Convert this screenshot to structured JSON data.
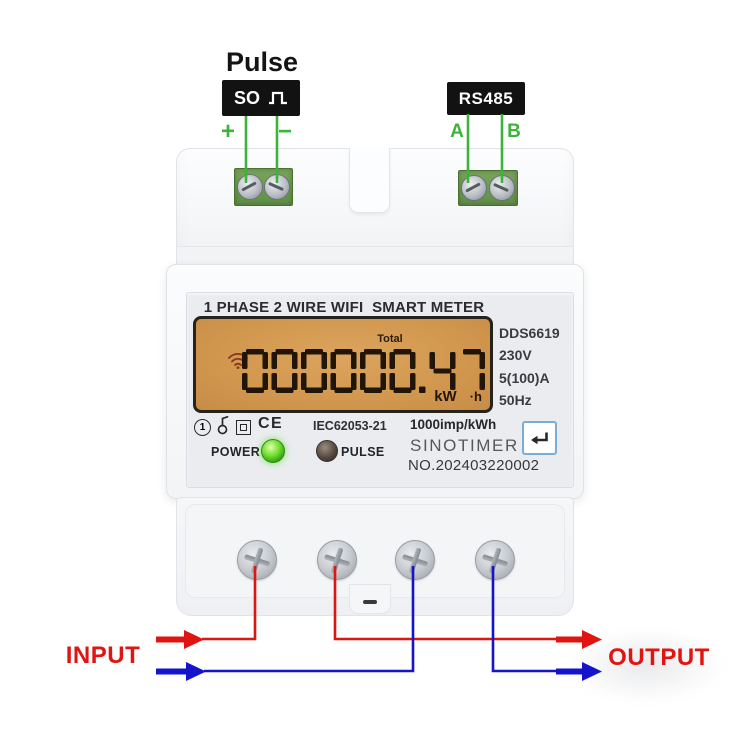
{
  "annotations": {
    "pulse_title": "Pulse",
    "so_label": "SO",
    "rs485_label": "RS485",
    "plus": "+",
    "minus": "−",
    "terminal_a": "A",
    "terminal_b": "B",
    "input": "INPUT",
    "output": "OUTPUT"
  },
  "meter": {
    "header": "1 PHASE 2 WIRE WIFI  SMART METER",
    "lcd": {
      "total_label": "Total",
      "reading": "000000.47",
      "unit_kw": "kW",
      "unit_h": "·h",
      "wifi_icon": "wifi-icon"
    },
    "specs": [
      "DDS6619",
      "230V",
      "5(100)A",
      "50Hz"
    ],
    "certs": {
      "accuracy_class": "1",
      "ce_mark": "CE",
      "standard": "IEC62053-21",
      "pulse_constant": "1000imp/kWh"
    },
    "indicators": {
      "power_label": "POWER",
      "pulse_label": "PULSE"
    },
    "brand": "SINOTIMER",
    "serial": "NO.202403220002"
  },
  "colors": {
    "red": "#e01512",
    "blue": "#1414cc",
    "green": "#3cb43c",
    "label_bg": "#121212",
    "lcd_bg": "#d2984f",
    "lcd_ink": "#201507",
    "terminal_green": "#6f9d55"
  }
}
